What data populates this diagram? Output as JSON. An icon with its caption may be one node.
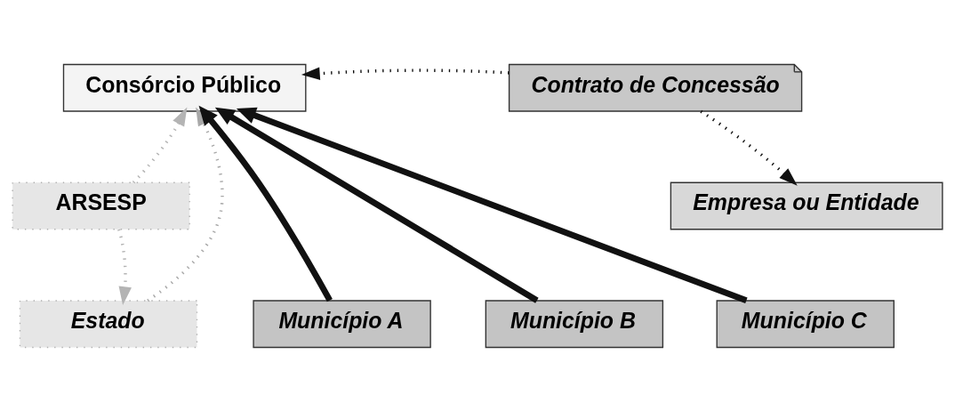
{
  "diagram": {
    "nodes": [
      {
        "text": [
          "Consórcio Público"
        ]
      },
      {
        "text": [
          "Contrato de Concessão"
        ]
      },
      {
        "text": [
          "ARSESP"
        ]
      },
      {
        "text": [
          "Empresa ou Entidade"
        ]
      },
      {
        "text": [
          "Estado"
        ]
      },
      {
        "text": [
          "Município A"
        ]
      },
      {
        "text": [
          "Município B"
        ]
      },
      {
        "text": [
          "Município C"
        ]
      }
    ],
    "edges": [
      {
        "from": 1,
        "to": 0,
        "arrow": "to",
        "style": "dashed"
      },
      {
        "from": 1,
        "to": 3,
        "arrow": "to",
        "style": "dashed"
      },
      {
        "from": 2,
        "to": 0,
        "arrow": "to",
        "style": "dashed",
        "color": "#b4b4b4"
      },
      {
        "from": 2,
        "to": 4,
        "arrow": "to",
        "style": "dashed",
        "color": "#b4b4b4"
      },
      {
        "from": 4,
        "to": 0,
        "arrow": "to",
        "style": "dashed",
        "color": "#a8a8a8"
      },
      {
        "from": 5,
        "to": 0,
        "arrow": "to",
        "style": "thick"
      },
      {
        "from": 6,
        "to": 0,
        "arrow": "to",
        "style": "thick"
      },
      {
        "from": 7,
        "to": 0,
        "arrow": "to",
        "style": "thick"
      }
    ]
  }
}
